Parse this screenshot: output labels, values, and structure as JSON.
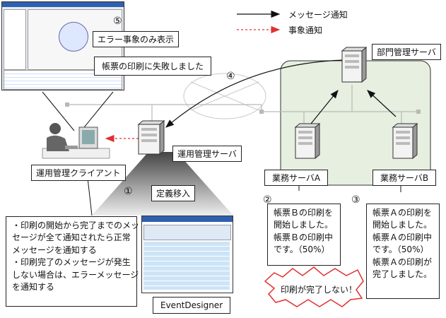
{
  "legend": {
    "message": "メッセージ通知",
    "event": "事象通知"
  },
  "nodes": {
    "dept_server": "部門管理サーバ",
    "ops_server": "運用管理サーバ",
    "ops_client": "運用管理クライアント",
    "biz_a": "業務サーバA",
    "biz_b": "業務サーバB",
    "designer": "EventDesigner",
    "definition_transfer": "定義移入"
  },
  "steps": [
    "①",
    "②",
    "③",
    "④",
    "⑤"
  ],
  "callouts": {
    "error_only": "エラー事象のみ表示",
    "print_failed": "帳票の印刷に失敗しました",
    "server_a_lines": [
      "帳票Ｂの印刷を",
      "開始しました。",
      "帳票Ｂの印刷中",
      "です。（50%）"
    ],
    "server_b_lines": [
      "帳票Ａの印刷を",
      "開始しました。",
      "帳票Ａの印刷中",
      "です。（50%）",
      "帳票Ａの印刷が",
      "完了しました。"
    ],
    "print_not_done": "印刷が完了しない！",
    "rule_lines": [
      "・印刷の開始から完了までのメッ",
      "セージが全て通知されたら正常",
      "メッセージを通知する",
      "・印刷完了のメッセージが発生",
      "しない場合は、エラーメッセージ",
      "を通知する"
    ]
  },
  "colors": {
    "group_fill": "#e6efe0",
    "event_arrow": "#e03030",
    "network": "#b9b9b9"
  }
}
